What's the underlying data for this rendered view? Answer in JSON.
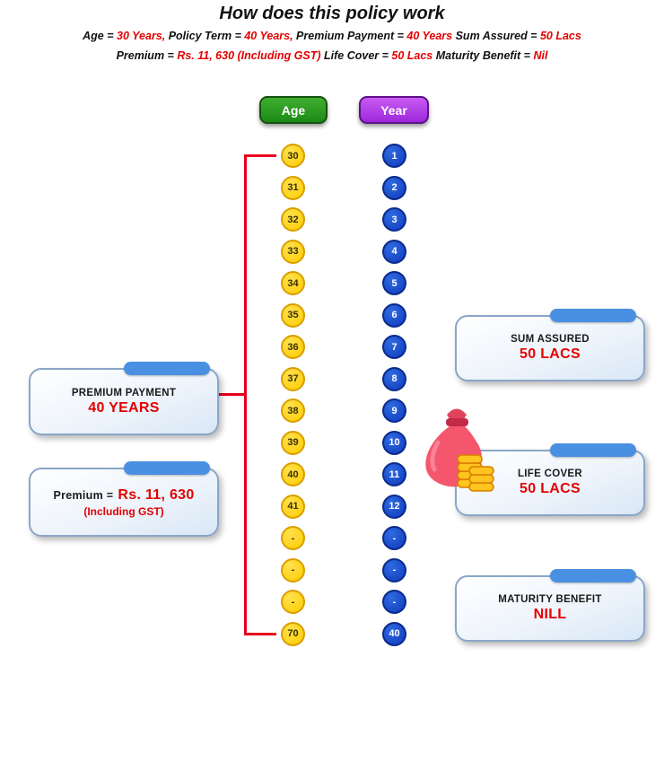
{
  "title": "How does this policy work",
  "subtitle": {
    "line1": [
      {
        "text": "Age = "
      },
      {
        "text": "30 Years,"
      },
      {
        "text": " Policy Term = "
      },
      {
        "text": "40 Years,"
      },
      {
        "text": " Premium Payment = "
      },
      {
        "text": "40 Years"
      },
      {
        "text": " Sum Assured = "
      },
      {
        "text": "50 Lacs"
      }
    ],
    "line2": [
      {
        "text": "Premium = "
      },
      {
        "text": "Rs. 11, 630 (Including GST)"
      },
      {
        "text": " Life Cover = "
      },
      {
        "text": "50 Lacs"
      },
      {
        "text": " Maturity Benefit = "
      },
      {
        "text": "Nil"
      }
    ]
  },
  "columns": {
    "age_label": "Age",
    "year_label": "Year"
  },
  "age_values": [
    "30",
    "31",
    "32",
    "33",
    "34",
    "35",
    "36",
    "37",
    "38",
    "39",
    "40",
    "41",
    "-",
    "-",
    "-",
    "70"
  ],
  "year_values": [
    "1",
    "2",
    "3",
    "4",
    "5",
    "6",
    "7",
    "8",
    "9",
    "10",
    "11",
    "12",
    "-",
    "-",
    "-",
    "40"
  ],
  "cards": {
    "premium_payment": {
      "label": "PREMIUM PAYMENT",
      "value": "40 YEARS"
    },
    "premium": {
      "label": "Premium =",
      "value": "Rs. 11, 630",
      "note": "(Including GST)"
    },
    "sum_assured": {
      "label": "SUM ASSURED",
      "value": "50 LACS"
    },
    "life_cover": {
      "label": "LIFE COVER",
      "value": "50 LACS"
    },
    "maturity_benefit": {
      "label": "MATURITY BENEFIT",
      "value": "NILL"
    }
  },
  "icons": {
    "money_bag": "money-bag-icon"
  },
  "colors": {
    "accent_red": "#e30000",
    "bracket_red": "#e8001c",
    "age_green": "#2e9b1e",
    "year_purple": "#ab3bf0",
    "age_circle_yellow": "#ffcc00",
    "year_circle_blue": "#1441c8",
    "tab_blue": "#4a90e2"
  }
}
